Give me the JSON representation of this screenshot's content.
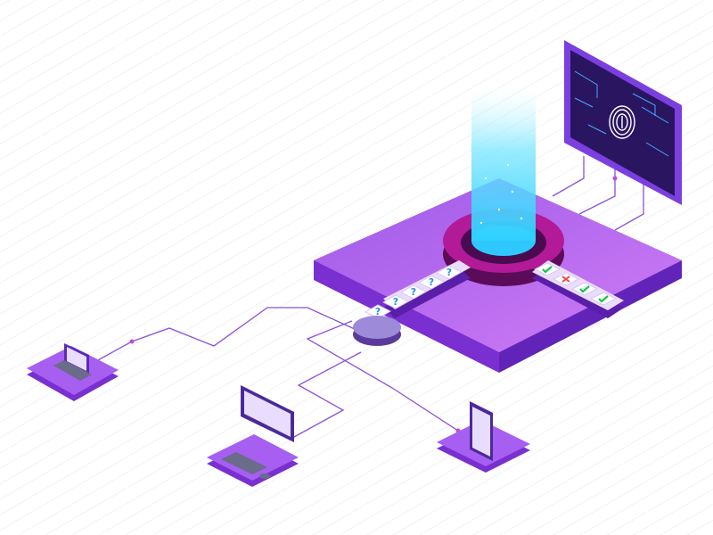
{
  "colors": {
    "platform_top": "#b86af0",
    "platform_side": "#7a2fd0",
    "ring": "#a0148c",
    "beam": "#3fd4ff",
    "screen": "#2a1560",
    "line": "#8a4fd8",
    "check": "#19c24a",
    "cross": "#f04848",
    "question": "#2a8cf0"
  },
  "queue_in": [
    "?",
    "?",
    "?",
    "?",
    "?"
  ],
  "queue_out": [
    {
      "status": "check",
      "icon": "check-icon"
    },
    {
      "status": "cross",
      "icon": "cross-icon"
    },
    {
      "status": "check",
      "icon": "check-icon"
    },
    {
      "status": "check",
      "icon": "check-icon"
    }
  ]
}
